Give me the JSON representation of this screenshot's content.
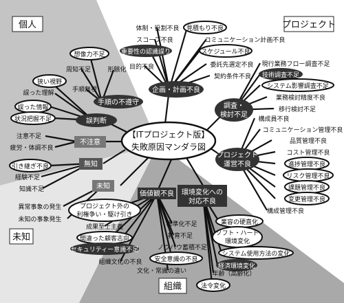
{
  "center": [
    "【ITプロジェクト版】",
    "失敗原因マンダラ図"
  ],
  "quadrants": {
    "individual": "個人",
    "project": "プロジェクト",
    "unknown": "未知",
    "organization": "組織"
  },
  "hubs": {
    "plan": "企画・計画不良",
    "survey": [
      "調査・",
      "検討不足"
    ],
    "operation": [
      "プロジェクト",
      "運営不良"
    ],
    "change": [
      "環境変化への",
      "対応不良"
    ],
    "value": "価値観不良",
    "unknown_hub": "未知",
    "ignorance": "無知",
    "carelessness": "不注意",
    "misjudgment": "誤判断"
  },
  "nodes": {
    "n01": "体制・役割不良",
    "n02": "見積もり不良",
    "n03": "スコープ不良",
    "n04": "コミュニケーション計画不良",
    "n05": "重要性の認識誤り",
    "n06": "スケジュール不良",
    "n07": "目的不良",
    "n08": "委託先選定不良",
    "n09": "契約条件不良",
    "n10": "現行業務フロー調査不足",
    "n11": "技術調査不足",
    "n12": "システム影響調査不足",
    "n13": "業務検討精度不良",
    "n14": "移行検討不足",
    "n15": "構成員不良",
    "n16": "コミュニケーション管理不良",
    "n17": "品質管理不良",
    "n18": "コスト管理不良",
    "n19": "進捗管理不良",
    "n20": "リスク管理不良",
    "n21": "課題管理不良",
    "n22": "変更管理不良",
    "n23": "構成管理不良",
    "n24": "想像力不足",
    "n25": "周知不足",
    "n26": "形骸化",
    "n27": "狭い視野",
    "n28": "手順無視",
    "n29": "誤った理解",
    "n30": "手順の不遵守",
    "n31": "誤った情報",
    "n32": "状況把握不足",
    "n33": "注意不足",
    "n34": "疲労・体調不良",
    "n35": "引き継ぎ不良",
    "n36": "経験不足",
    "n37": "知識不足",
    "n38": "異常事象の発生",
    "n39": "未知の事象発生",
    "n40": [
      "プロジェクト外の",
      "利権争い・駆け引き"
    ],
    "n41": "成果至上主義",
    "n42": "間違った顧客志向",
    "n43": "セキュリティー意識不足",
    "n44": "組織文化の不良",
    "n45": "標準化不足",
    "n46": "教育不足",
    "n47": "ノウハウ蓄積不足",
    "n48": "安全意識の不良",
    "n49": "文化・常識の違い",
    "n50": "業容の硬直化",
    "n51": [
      "ソフト・ハード",
      "環境変化"
    ],
    "n52": "システム使用方法の変化",
    "n53": "経済環境変化",
    "n54": "年齢（高齢化）",
    "n55": "法令変化"
  }
}
